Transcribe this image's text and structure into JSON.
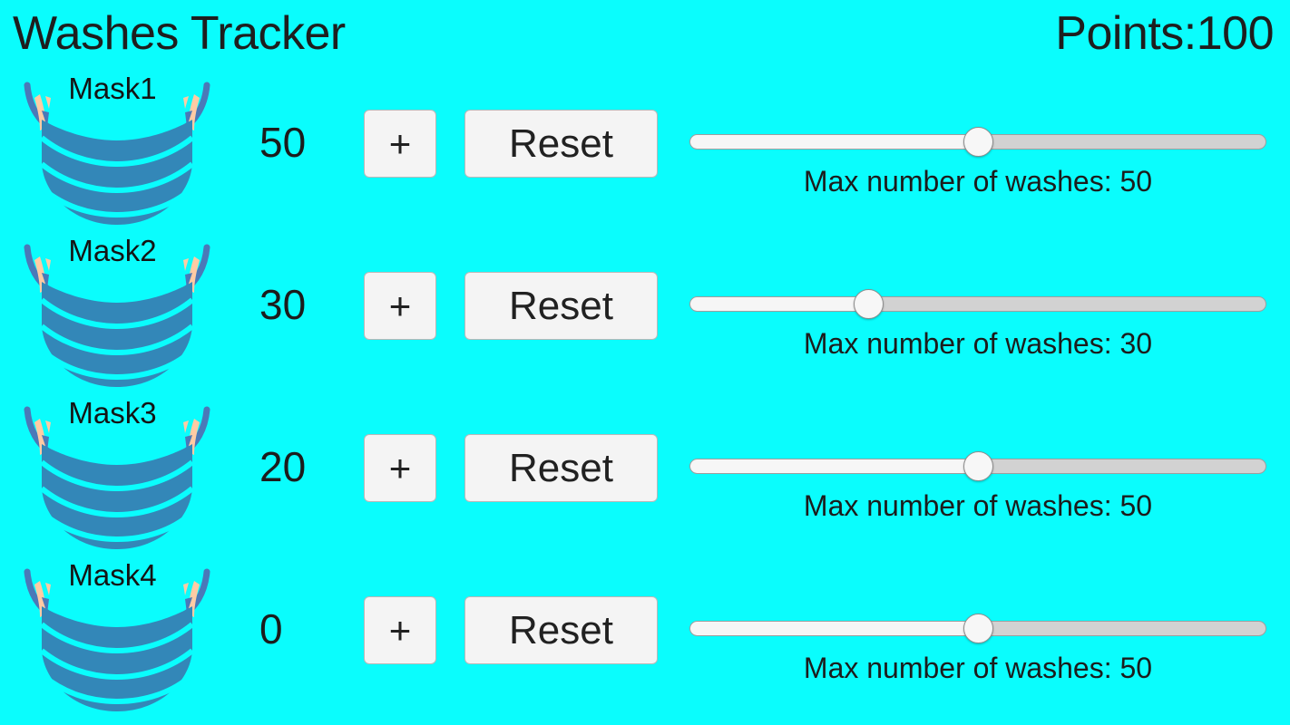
{
  "header": {
    "title": "Washes Tracker",
    "points_label": "Points:100"
  },
  "colors": {
    "background": "#0afdfd",
    "mask_body": "#3387b8",
    "mask_strap": "#4a79b8",
    "mask_ear": "#ffcba4",
    "button_face": "#f4f4f4",
    "button_border": "#b8b8b8",
    "slider_track": "#d2d2d2",
    "slider_fill": "#f6f6f6",
    "slider_thumb": "#f7f7f7",
    "text": "#1c1c1c"
  },
  "controls": {
    "plus_label": "+",
    "reset_label": "Reset",
    "slider_min": 0,
    "slider_max": 100
  },
  "rows": [
    {
      "mask_name": "Mask1",
      "mask_icon": "face-mask-icon",
      "count": "50",
      "plus_label": "+",
      "reset_label": "Reset",
      "slider_value": 50,
      "slider_percent": 50,
      "slider_caption": "Max number of washes: 50"
    },
    {
      "mask_name": "Mask2",
      "mask_icon": "face-mask-icon",
      "count": "30",
      "plus_label": "+",
      "reset_label": "Reset",
      "slider_value": 30,
      "slider_percent": 31,
      "slider_caption": "Max number of washes: 30"
    },
    {
      "mask_name": "Mask3",
      "mask_icon": "face-mask-icon",
      "count": "20",
      "plus_label": "+",
      "reset_label": "Reset",
      "slider_value": 50,
      "slider_percent": 50,
      "slider_caption": "Max number of washes: 50"
    },
    {
      "mask_name": "Mask4",
      "mask_icon": "face-mask-icon",
      "count": "0",
      "plus_label": "+",
      "reset_label": "Reset",
      "slider_value": 50,
      "slider_percent": 50,
      "slider_caption": "Max number of washes: 50"
    }
  ]
}
